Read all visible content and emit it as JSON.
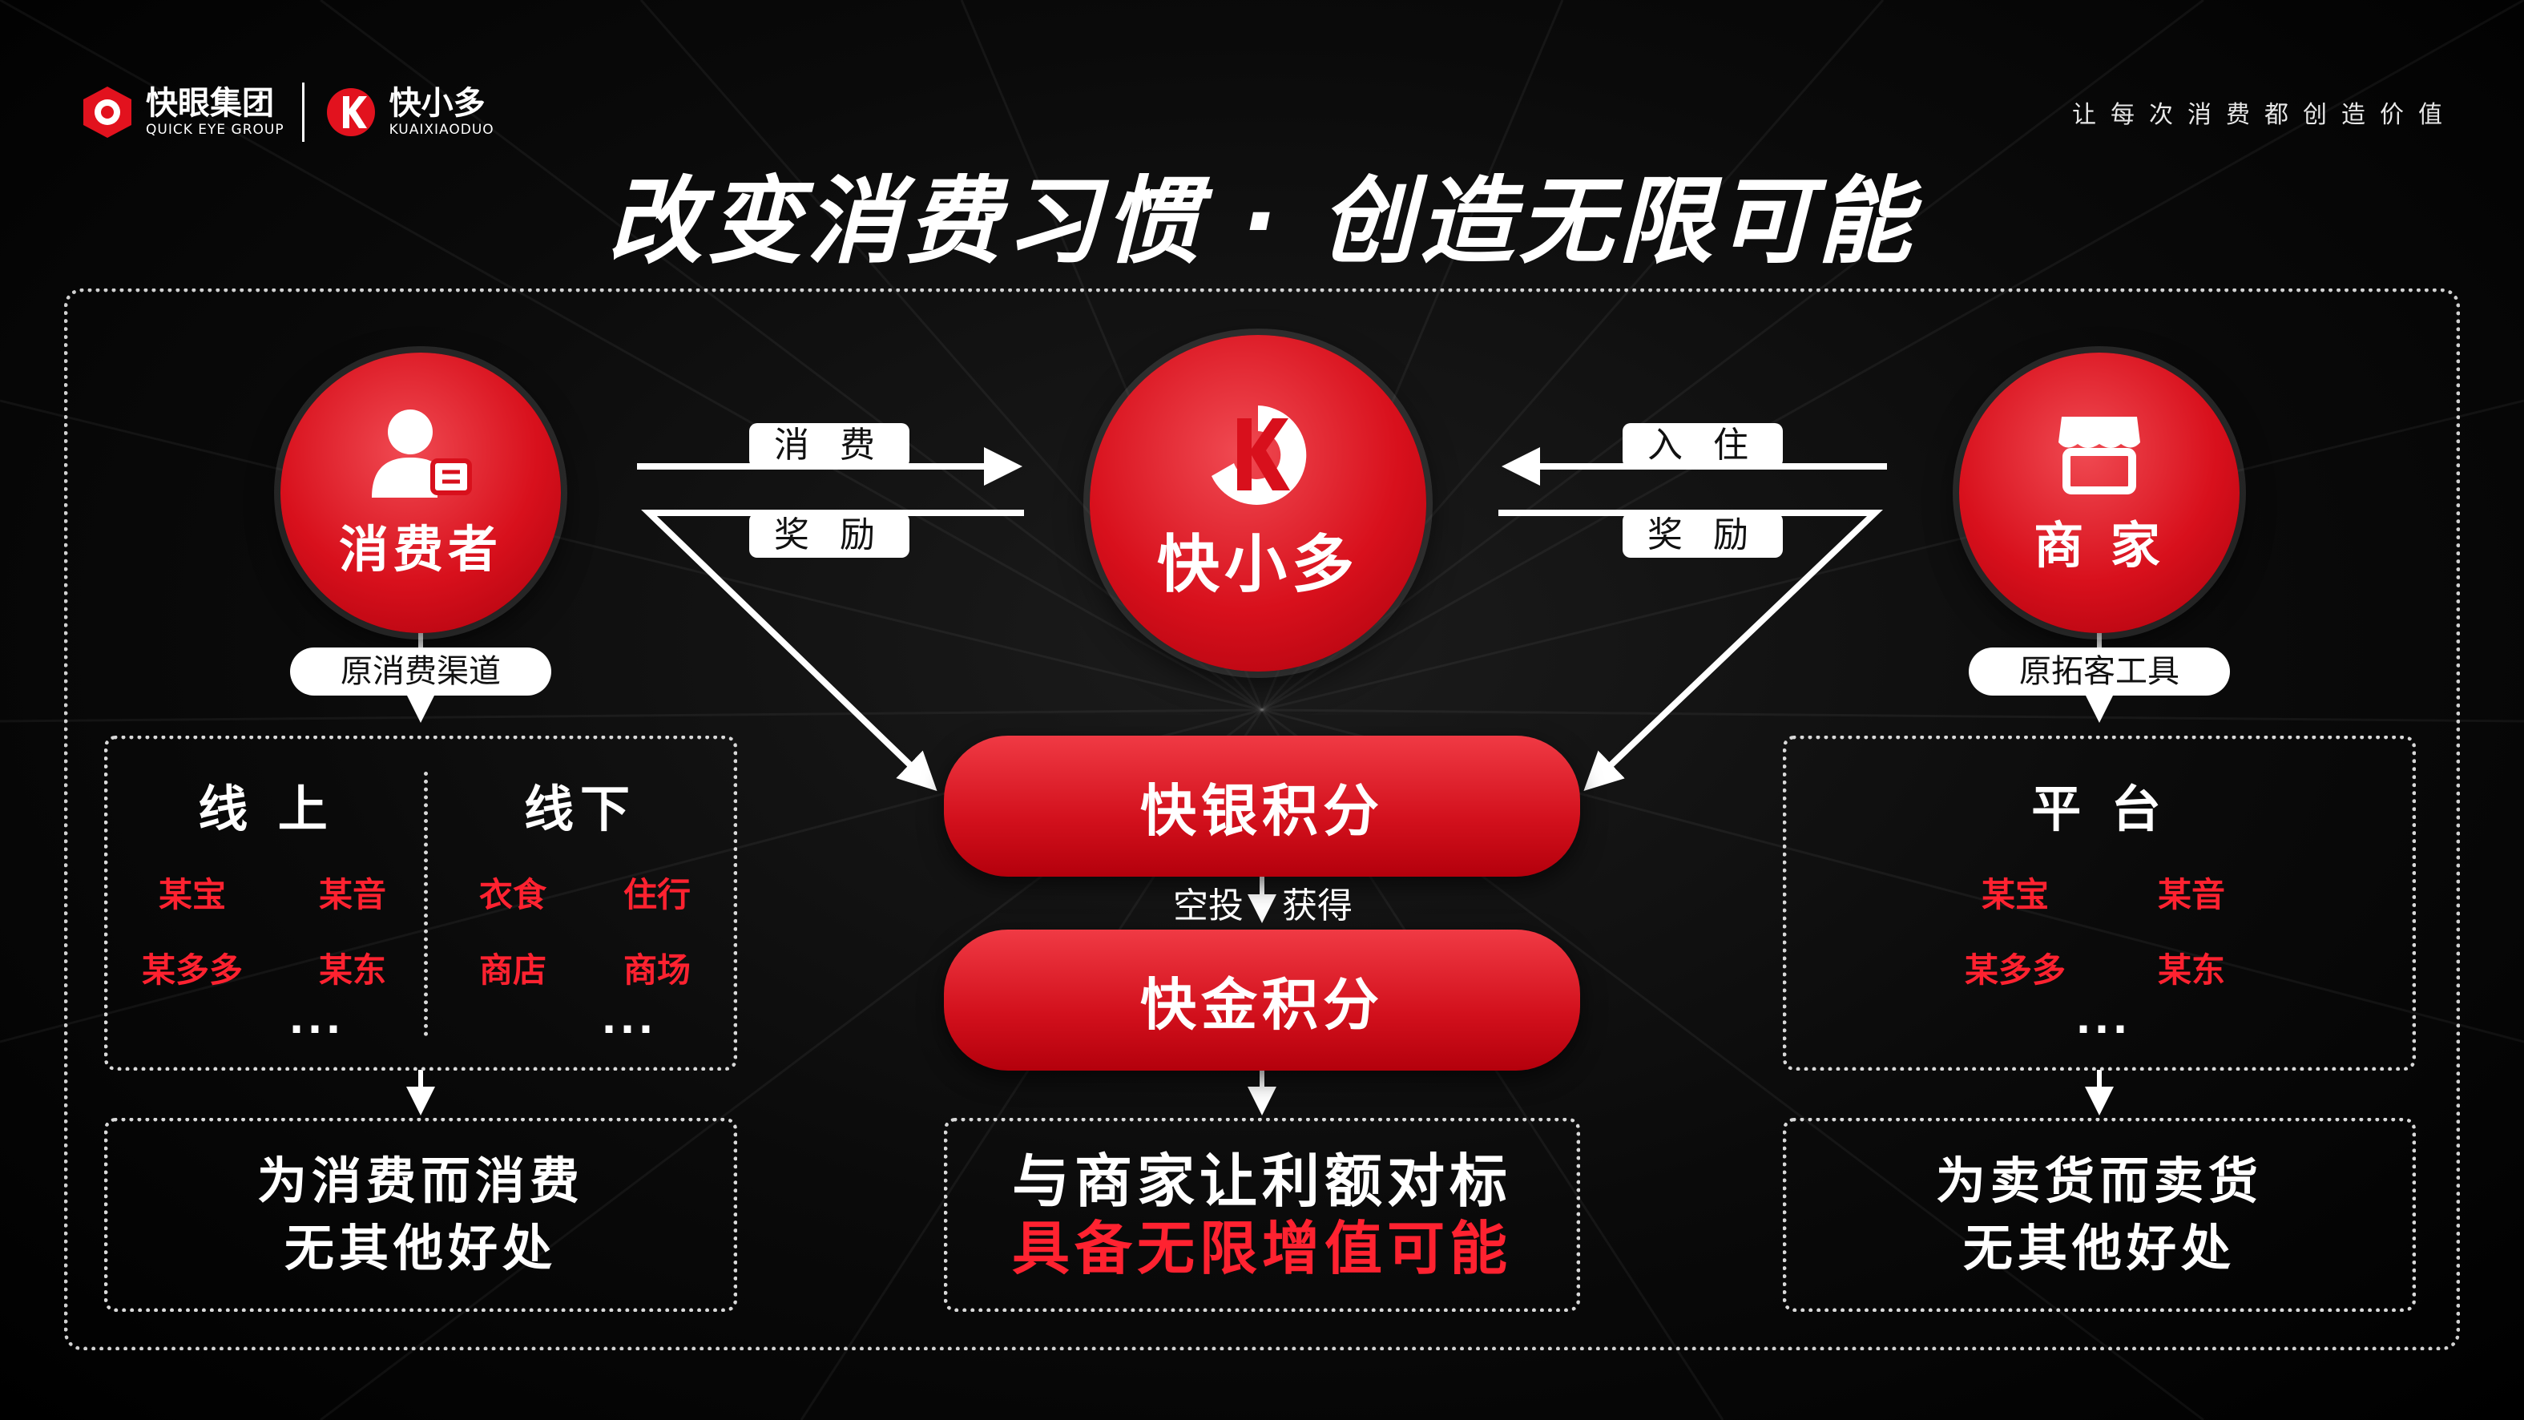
{
  "header": {
    "brand1_cn": "快眼集团",
    "brand1_en": "QUICK EYE GROUP",
    "brand2_cn": "快小多",
    "brand2_en": "KUAIXIAODUO",
    "slogan": "让每次消费都创造价值"
  },
  "title": "改变消费习惯 · 创造无限可能",
  "consumer": {
    "label": "消费者",
    "icon": "person-card-icon",
    "channel_label": "原消费渠道",
    "online_head": "线 上",
    "offline_head": "线下",
    "online_items": [
      "某宝",
      "某音",
      "某多多",
      "某东"
    ],
    "offline_items": [
      "衣食",
      "住行",
      "商店",
      "商场"
    ],
    "more": "...",
    "result_line1": "为消费而消费",
    "result_line2": "无其他好处"
  },
  "center": {
    "label": "快小多",
    "icon": "kuaixiaoduo-k-logo-icon",
    "left_top_tag": "消 费",
    "left_bottom_tag": "奖 励",
    "right_top_tag": "入 住",
    "right_bottom_tag": "奖 励",
    "silver_points": "快银积分",
    "airdrop_label": "空投",
    "obtain_label": "获得",
    "gold_points": "快金积分",
    "result_line1": "与商家让利额对标",
    "result_line2": "具备无限增值可能"
  },
  "merchant": {
    "label": "商 家",
    "icon": "storefront-icon",
    "tool_label": "原拓客工具",
    "platform_head": "平 台",
    "platform_items": [
      "某宝",
      "某音",
      "某多多",
      "某东"
    ],
    "more": "...",
    "result_line1": "为卖货而卖货",
    "result_line2": "无其他好处"
  },
  "colors": {
    "accent_red": "#d8101c",
    "text_red": "#ff2230",
    "background": "#000000"
  }
}
